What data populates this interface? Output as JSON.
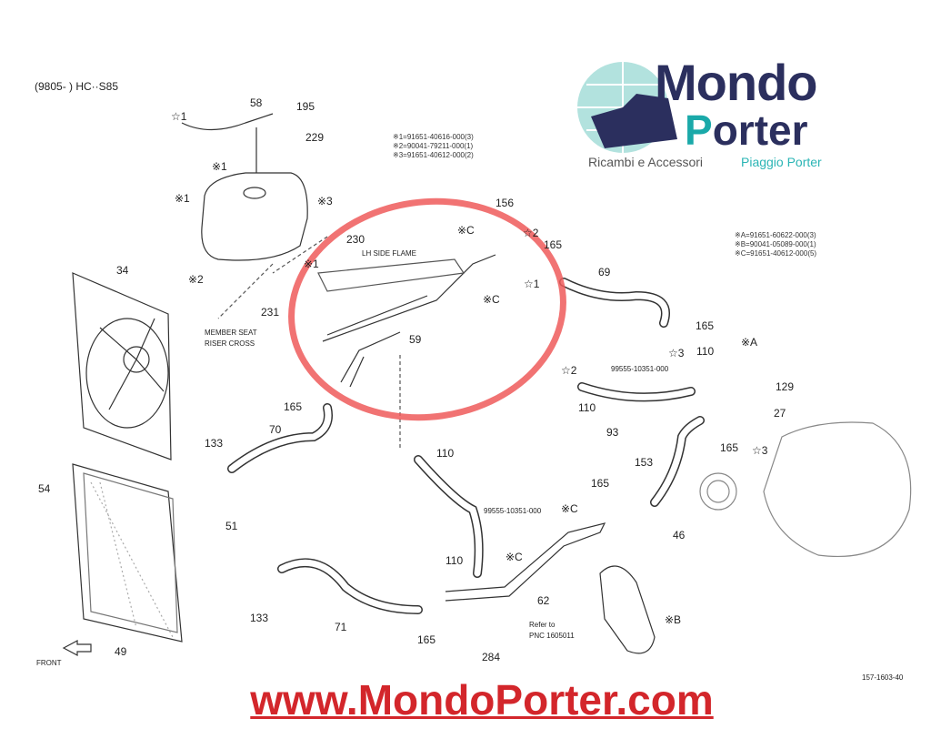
{
  "header": "(9805-      ) HC··S85",
  "logo": {
    "word1": "Mondo",
    "word2_first": "P",
    "word2_rest": "orter",
    "tagline": "Ricambi e Accessori",
    "brand": "Piaggio Porter"
  },
  "notes_left": [
    "※1=91651-40616-000(3)",
    "※2=90041-79211-000(1)",
    "※3=91651-40612-000(2)"
  ],
  "notes_right": [
    "※A=91651-60622-000(3)",
    "※B=90041-05089-000(1)",
    "※C=91651-40612-000(5)"
  ],
  "labels": [
    "58",
    "195",
    "229",
    "☆1",
    "※1",
    "※1",
    "※3",
    "230",
    "LH SIDE FLAME",
    "※1",
    "※2",
    "231",
    "34",
    "MEMBER SEAT",
    "RISER CROSS",
    "156",
    "※C",
    "☆2",
    "165",
    "69",
    "☆1",
    "※C",
    "59",
    "165",
    "☆3",
    "※A",
    "110",
    "129",
    "☆2",
    "99555-10351-000",
    "110",
    "27",
    "93",
    "165",
    "☆3",
    "165",
    "70",
    "110",
    "133",
    "153",
    "54",
    "165",
    "※C",
    "99555-10351-000",
    "51",
    "46",
    "110",
    "※C",
    "62",
    "133",
    "71",
    "※B",
    "Refer to",
    "PNC 1605011",
    "165",
    "284",
    "49",
    "FRONT",
    "157-1603-40"
  ],
  "url": "www.MondoPorter.com",
  "colors": {
    "highlight": "#ef5a5a",
    "brand_navy": "#2b2f5e",
    "brand_teal": "#1aa9a9",
    "url_red": "#d3262b"
  }
}
